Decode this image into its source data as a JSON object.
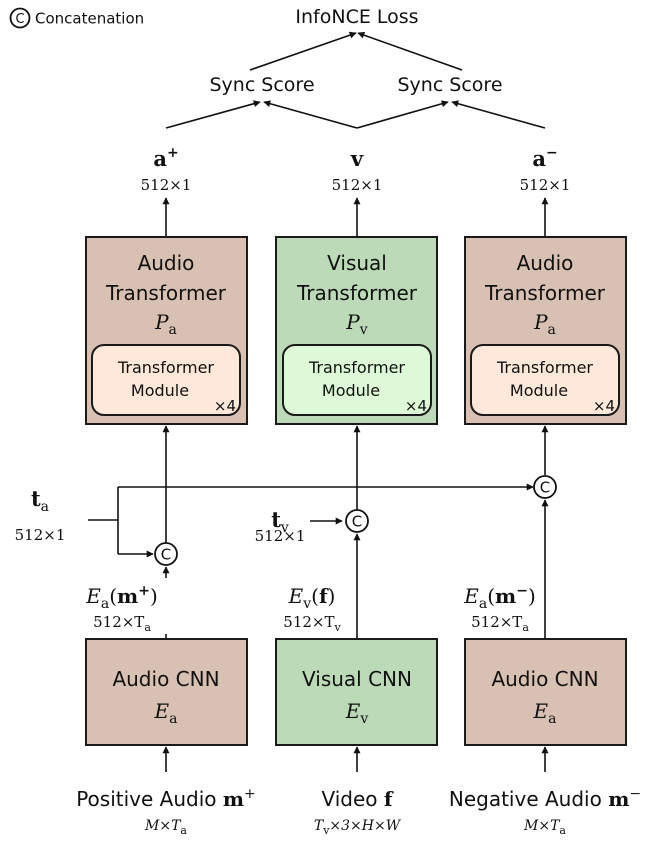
{
  "legend": {
    "symbol": "C",
    "label": "Concatenation"
  },
  "loss": {
    "label": "InfoNCE Loss"
  },
  "scores": [
    {
      "label": "Sync Score"
    },
    {
      "label": "Sync Score"
    }
  ],
  "concat_symbol": "C",
  "columns": [
    {
      "id": "positive",
      "embedding": {
        "symbol": "a",
        "sup": "+",
        "dims": "512×1"
      },
      "transformer": {
        "line1": "Audio",
        "line2": "Transformer",
        "sym": "P",
        "sub": "a"
      },
      "module": {
        "line1": "Transformer",
        "line2": "Module",
        "repeat": "×4"
      },
      "feature": {
        "func": "E",
        "fsub": "a",
        "arg": "m",
        "argsup": "+",
        "dims_base": "512×T",
        "dims_sub": "a"
      },
      "cnn": {
        "line1": "Audio CNN",
        "sym": "E",
        "sub": "a"
      },
      "input": {
        "label": "Positive Audio ",
        "sym": "m",
        "sup": "+",
        "dims_base": "M×T",
        "dims_sub": "a"
      }
    },
    {
      "id": "visual",
      "embedding": {
        "symbol": "v",
        "sup": "",
        "dims": "512×1"
      },
      "transformer": {
        "line1": "Visual",
        "line2": "Transformer",
        "sym": "P",
        "sub": "v"
      },
      "module": {
        "line1": "Transformer",
        "line2": "Module",
        "repeat": "×4"
      },
      "feature": {
        "func": "E",
        "fsub": "v",
        "arg": "f",
        "argsup": "",
        "dims_base": "512×T",
        "dims_sub": "v"
      },
      "cnn": {
        "line1": "Visual CNN",
        "sym": "E",
        "sub": "v"
      },
      "input": {
        "label": "Video ",
        "sym": "f",
        "sup": "",
        "dims_base": "T",
        "dims_sub": "v",
        "dims_rest": "×3×H×W"
      }
    },
    {
      "id": "negative",
      "embedding": {
        "symbol": "a",
        "sup": "−",
        "dims": "512×1"
      },
      "transformer": {
        "line1": "Audio",
        "line2": "Transformer",
        "sym": "P",
        "sub": "a"
      },
      "module": {
        "line1": "Transformer",
        "line2": "Module",
        "repeat": "×4"
      },
      "feature": {
        "func": "E",
        "fsub": "a",
        "arg": "m",
        "argsup": "−",
        "dims_base": "512×T",
        "dims_sub": "a"
      },
      "cnn": {
        "line1": "Audio CNN",
        "sym": "E",
        "sub": "a"
      },
      "input": {
        "label": "Negative Audio ",
        "sym": "m",
        "sup": "−",
        "dims_base": "M×T",
        "dims_sub": "a"
      }
    }
  ],
  "tokens": {
    "audio": {
      "sym": "t",
      "sub": "a",
      "dims": "512×1"
    },
    "visual": {
      "sym": "t",
      "sub": "v",
      "dims": "512×1"
    }
  }
}
